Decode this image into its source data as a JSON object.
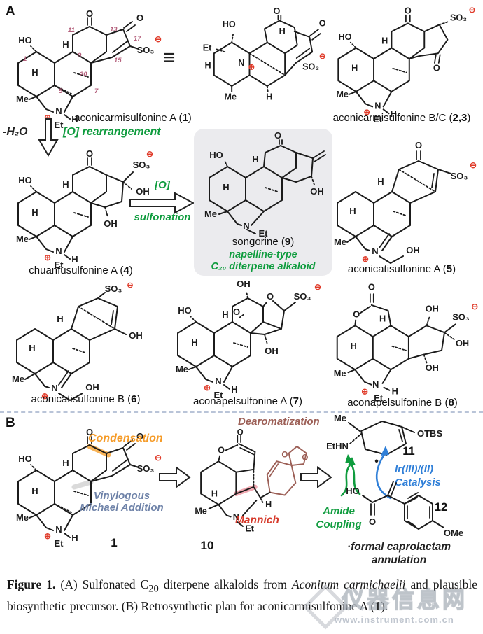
{
  "panels": {
    "a": "A",
    "b": "B"
  },
  "equiv": "≡",
  "atoms": {
    "HO": "HO",
    "OH": "OH",
    "H": "H",
    "Me": "Me",
    "N": "N",
    "Et": "Et",
    "O": "O",
    "SO3": "SO₃",
    "plus": "⊕",
    "minus": "⊖",
    "EtHN": "EtHN",
    "OTBS": "OTBS",
    "OMe": "OMe",
    "dot": "•"
  },
  "locants": {
    "c1": "1",
    "c5": "5",
    "c7": "7",
    "c9": "9",
    "c11": "11",
    "c13": "13",
    "c15": "15",
    "c17": "17",
    "c20": "20"
  },
  "names": {
    "m1": {
      "pre": "aconicarmisulfonine A (",
      "num": "1",
      "post": ")"
    },
    "m23": {
      "pre": "aconicarmisulfonine B/C (",
      "num": "2,3",
      "post": ")"
    },
    "m4": {
      "pre": "chuanfusulfonine A (",
      "num": "4",
      "post": ")"
    },
    "m9": {
      "pre": "songorine (",
      "num": "9",
      "post": ")"
    },
    "m5": {
      "pre": "aconicatisulfonine A (",
      "num": "5",
      "post": ")"
    },
    "m6": {
      "pre": "aconicatisulfonine B (",
      "num": "6",
      "post": ")"
    },
    "m7": {
      "pre": "aconapelsulfonine A (",
      "num": "7",
      "post": ")"
    },
    "m8": {
      "pre": "aconapelsulfonine B (",
      "num": "8",
      "post": ")"
    }
  },
  "blabels": {
    "b1": "1",
    "b10": "10",
    "b11": "11",
    "b12": "12"
  },
  "annotations": {
    "minus_h2o": "-H₂O",
    "o_rearr": "[O] rearrangement",
    "o_brk": "[O]",
    "sulfonation": "sulfonation",
    "napelline": "napelline-type",
    "c20type": "C₂₀ diterpene alkaloid",
    "condensation": "Condensation",
    "vin1": "Vinylogous",
    "vin2": "Michael Addition",
    "dearom": "Dearomatization",
    "mannich": "Mannich",
    "ir1": "Ir(III)/(II)",
    "ir2": "Catalysis",
    "am1": "Amide",
    "am2": "Coupling",
    "cap1": "·formal caprolactam",
    "cap2": "annulation"
  },
  "colors": {
    "green": "#0f9c3e",
    "orange": "#f59b28",
    "slate": "#6e82a8",
    "maroon": "#9c5f56",
    "red": "#d63a2b",
    "blue": "#2f7fd8",
    "locant_pink": "#b4607c",
    "charge_red": "#e03b2a"
  },
  "caption": {
    "fig": "Figure 1.",
    "p1": " (A) Sulfonated C",
    "sub": "20",
    "p2": " diterpene alkaloids from ",
    "species": "Aconitum carmichaelii",
    "p3": " and plausible biosynthetic precursor. (B) Retrosynthetic plan for aconicarmisulfonine A (",
    "num": "1",
    "p4": ")."
  },
  "watermark": {
    "cn": "仪器信息网",
    "url": "www.instrument.com.cn"
  }
}
